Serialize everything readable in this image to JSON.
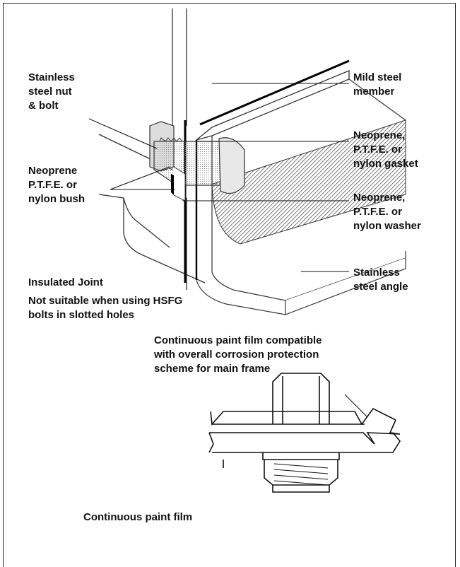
{
  "labels": {
    "nut_bolt": "Stainless\nsteel nut\n& bolt",
    "mild_steel": "Mild steel\nmember",
    "gasket": "Neoprene,\nP.T.F.E. or\nnylon gasket",
    "bush": "Neoprene\nP.T.F.E. or\nnylon bush",
    "washer": "Neoprene,\nP.T.F.E. or\nnylon washer",
    "angle": "Stainless\nsteel angle",
    "title": "Insulated Joint",
    "note": "Not suitable when using HSFG\nbolts in slotted holes",
    "paint_compatible": "Continuous paint film compatible\nwith overall corrosion protection\nscheme for main frame",
    "paint_film": "Continuous paint film"
  }
}
